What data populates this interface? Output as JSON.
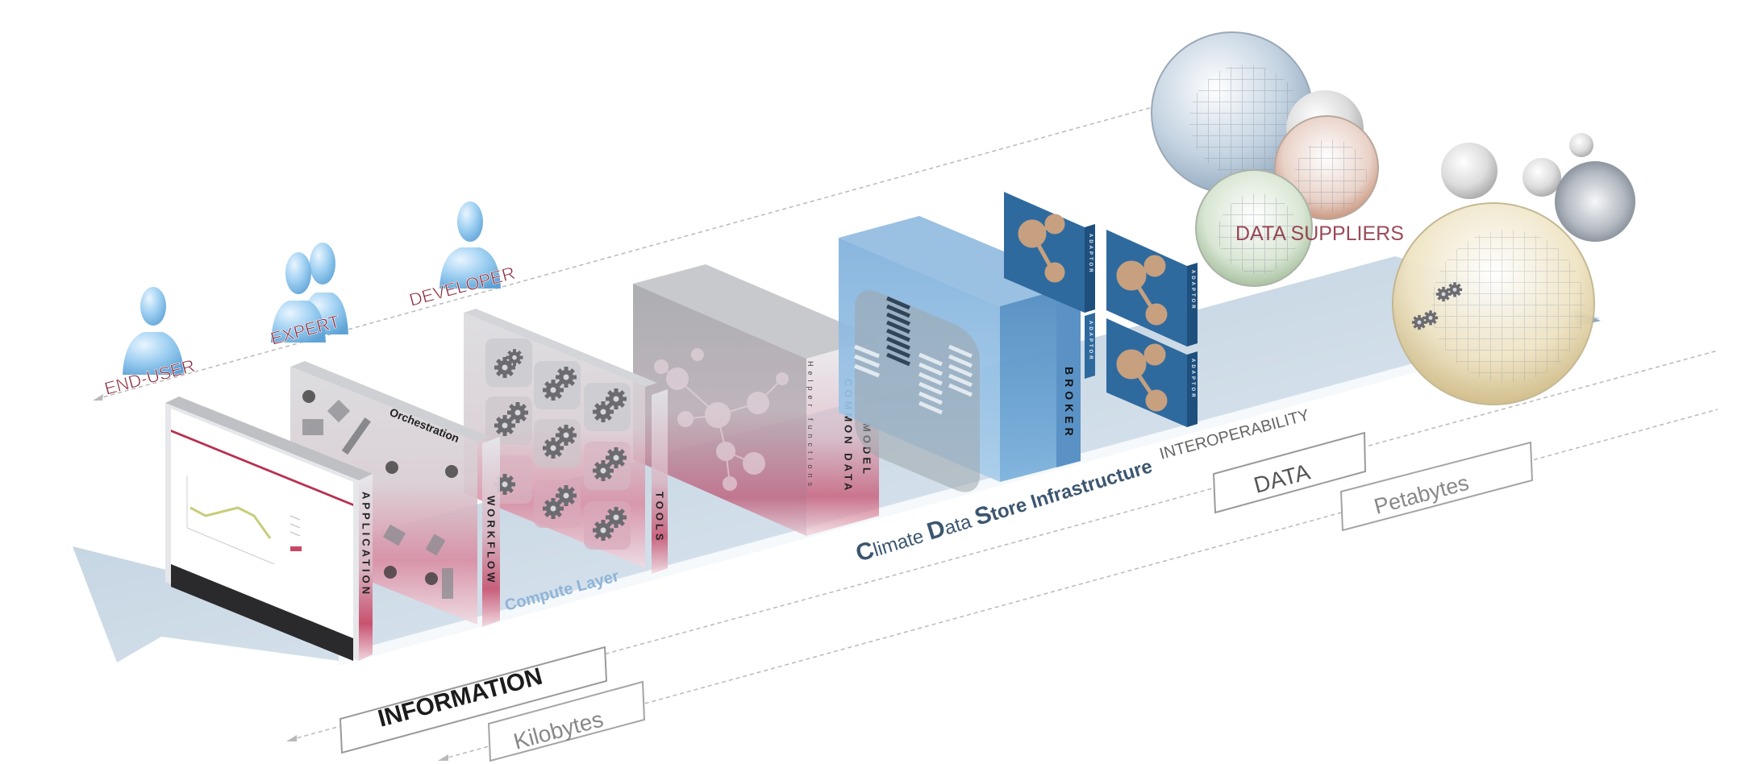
{
  "actors": [
    {
      "label": "END-USER",
      "icon": "person-icon"
    },
    {
      "label": "EXPERT",
      "icon": "people-icon"
    },
    {
      "label": "DEVELOPER",
      "icon": "person-icon"
    }
  ],
  "layers": {
    "application": "APPLICATION",
    "workflow": "WORKFLOW",
    "orchestration": "Orchestration",
    "tools": "TOOLS",
    "compute_layer": "Compute Layer",
    "helper_functions": "Helper functions",
    "common_data_model_1": "COMMON DATA",
    "common_data_model_2": "MODEL",
    "broker": "BROKER",
    "adaptor": "ADAPTOR"
  },
  "infrastructure": {
    "title_parts": [
      {
        "initial": "C",
        "rest": "limate "
      },
      {
        "initial": "D",
        "rest": "ata "
      },
      {
        "initial": "S",
        "rest": "tore Infrastructure"
      }
    ],
    "interoperability": "INTEROPERABILITY"
  },
  "data_suppliers": "DATA SUPPLIERS",
  "scale": {
    "information": "INFORMATION",
    "kilobytes": "Kilobytes",
    "data": "DATA",
    "petabytes": "Petabytes"
  },
  "colors": {
    "actor_label": "#8a2a3c",
    "actor_body": "#8ec4ea",
    "accent_red": "#b8304f",
    "slab_blue": "#9fbad0",
    "broker_blue": "#5b95c8",
    "adaptor_blue": "#2f6a9e",
    "infra_text": "#3c5670",
    "compute_text": "#7ca8d0",
    "dark_text": "#222222"
  }
}
